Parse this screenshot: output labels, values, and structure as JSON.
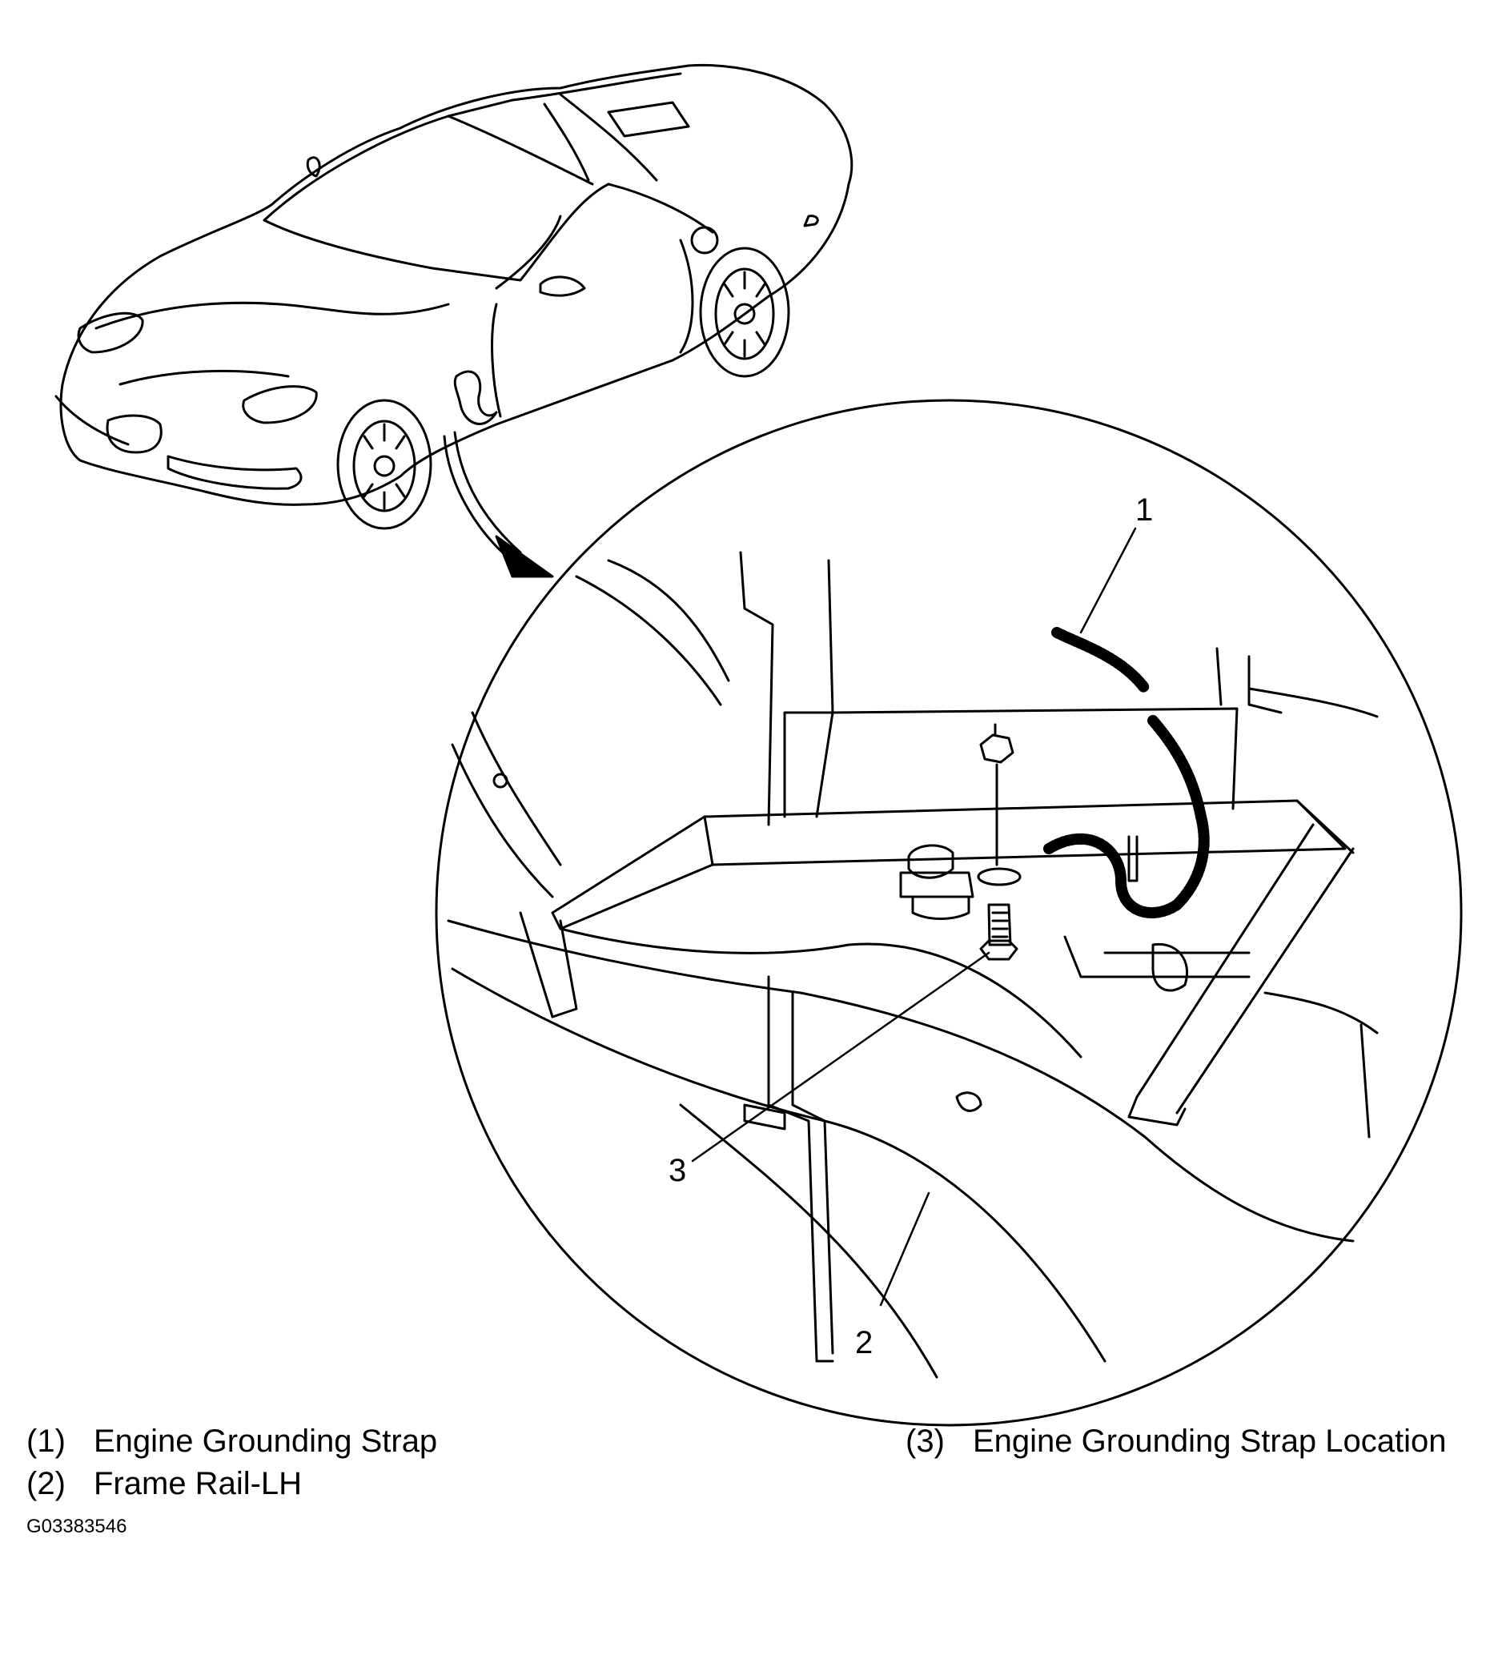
{
  "callouts": {
    "c1": "1",
    "c2": "2",
    "c3": "3"
  },
  "legend": {
    "items": [
      {
        "num": "(1)",
        "label": "Engine Grounding Strap"
      },
      {
        "num": "(2)",
        "label": "Frame Rail-LH"
      },
      {
        "num": "(3)",
        "label": "Engine Grounding Strap Location"
      }
    ]
  },
  "figure_id": "G03383546"
}
